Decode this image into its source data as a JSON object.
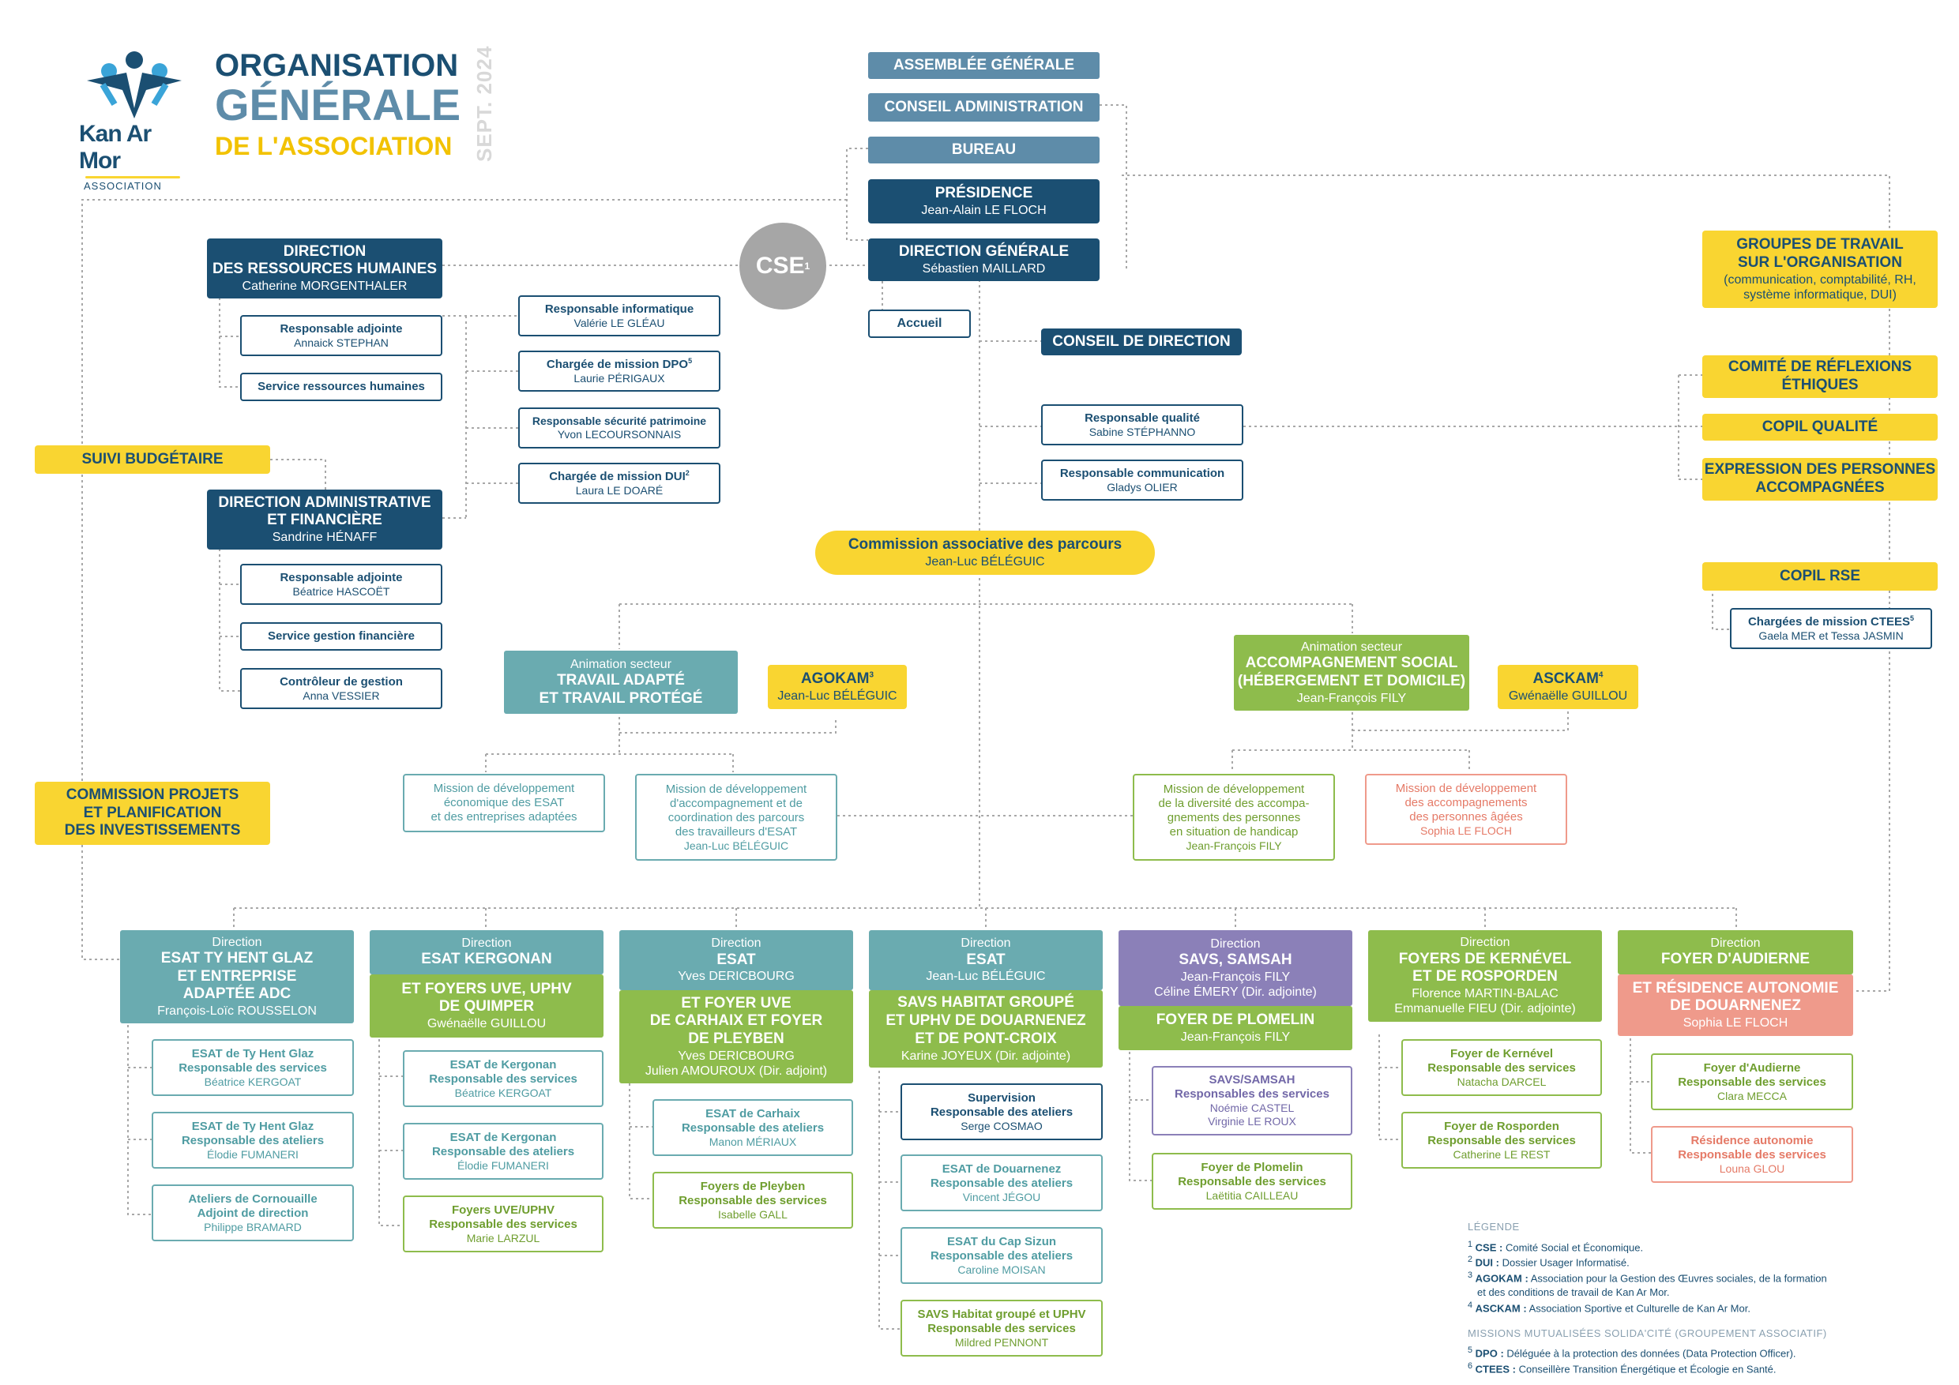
{
  "header": {
    "logo_name": "Kan Ar Mor",
    "logo_sub": "ASSOCIATION",
    "title1": "ORGANISATION",
    "title2": "GÉNÉRALE",
    "title3": "DE L'ASSOCIATION",
    "date": "SEPT. 2024"
  },
  "gov": {
    "ag": "ASSEMBLÉE GÉNÉRALE",
    "ca": "CONSEIL ADMINISTRATION",
    "bureau": "BUREAU",
    "presidence": "PRÉSIDENCE",
    "presidence_name": "Jean-Alain LE FLOCH",
    "dg": "DIRECTION GÉNÉRALE",
    "dg_name": "Sébastien MAILLARD",
    "accueil": "Accueil",
    "cse": "CSE",
    "cse_sup": "1",
    "codir": "CONSEIL DE DIRECTION"
  },
  "drh": {
    "title1": "DIRECTION",
    "title2": "DES RESSOURCES HUMAINES",
    "name": "Catherine MORGENTHALER",
    "adj": "Responsable adjointe",
    "adj_name": "Annaick STEPHAN",
    "service": "Service ressources humaines"
  },
  "staff": [
    {
      "title": "Responsable informatique",
      "name": "Valérie LE GLÉAU",
      "sup": ""
    },
    {
      "title": "Chargée de mission DPO",
      "name": "Laurie PÉRIGAUX",
      "sup": "5"
    },
    {
      "title": "Responsable sécurité patrimoine",
      "name": "Yvon LECOURSONNAIS",
      "sup": ""
    },
    {
      "title": "Chargée de mission DUI",
      "name": "Laura LE DOARÉ",
      "sup": "2"
    }
  ],
  "daf": {
    "title1": "DIRECTION ADMINISTRATIVE",
    "title2": "ET FINANCIÈRE",
    "name": "Sandrine HÉNAFF",
    "adj": "Responsable adjointe",
    "adj_name": "Béatrice HASCOËT",
    "service": "Service gestion financière",
    "ctrl": "Contrôleur de gestion",
    "ctrl_name": "Anna VESSIER"
  },
  "suivi": "SUIVI BUDGÉTAIRE",
  "commission_projets": [
    "COMMISSION PROJETS",
    "ET PLANIFICATION",
    "DES INVESTISSEMENTS"
  ],
  "qualite": {
    "title": "Responsable qualité",
    "name": "Sabine STÉPHANNO"
  },
  "comm": {
    "title": "Responsable communication",
    "name": "Gladys OLIER"
  },
  "parcours": {
    "title": "Commission associative des parcours",
    "name": "Jean-Luc BÉLÉGUIC"
  },
  "right": {
    "gt1": "GROUPES DE TRAVAIL",
    "gt2": "SUR L'ORGANISATION",
    "gt3": "(communication, comptabilité, RH,",
    "gt4": "système informatique, DUI)",
    "comite1": "COMITÉ DE RÉFLEXIONS",
    "comite2": "ÉTHIQUES",
    "copil_q": "COPIL QUALITÉ",
    "expr1": "EXPRESSION DES PERSONNES",
    "expr2": "ACCOMPAGNÉES",
    "copil_rse": "COPIL RSE",
    "ctees": "Chargées de mission CTEES",
    "ctees_sup": "5",
    "ctees_names": "Gaela MER et Tessa JASMIN"
  },
  "sect_travail": {
    "anim": "Animation secteur",
    "t1": "TRAVAIL ADAPTÉ",
    "t2": "ET TRAVAIL PROTÉGÉ"
  },
  "agokam": {
    "title": "AGOKAM",
    "sup": "3",
    "name": "Jean-Luc BÉLÉGUIC"
  },
  "sect_social": {
    "anim": "Animation secteur",
    "t1": "ACCOMPAGNEMENT SOCIAL",
    "t2": "(HÉBERGEMENT ET DOMICILE)",
    "name": "Jean-François FILY"
  },
  "asckam": {
    "title": "ASCKAM",
    "sup": "4",
    "name": "Gwénaëlle GUILLOU"
  },
  "missions": {
    "m1": [
      "Mission de développement",
      "économique des ESAT",
      "et des entreprises adaptées"
    ],
    "m2": [
      "Mission de développement",
      "d'accompagnement et de",
      "coordination des parcours",
      "des travailleurs d'ESAT"
    ],
    "m2_name": "Jean-Luc BÉLÉGUIC",
    "m3": [
      "Mission de développement",
      "de la diversité des accompa-",
      "gnements des personnes",
      "en situation de handicap"
    ],
    "m3_name": "Jean-François FILY",
    "m4": [
      "Mission de développement",
      "des accompagnements",
      "des personnes âgées"
    ],
    "m4_name": "Sophia LE FLOCH"
  },
  "establishments": {
    "direction": "Direction",
    "e1": {
      "t": [
        "ESAT TY HENT GLAZ",
        "ET ENTREPRISE",
        "ADAPTÉE ADC"
      ],
      "name": "François-Loïc ROUSSELON",
      "subs": [
        {
          "a": "ESAT de Ty Hent Glaz",
          "b": "Responsable des services",
          "c": "Béatrice KERGOAT"
        },
        {
          "a": "ESAT de Ty Hent Glaz",
          "b": "Responsable des ateliers",
          "c": "Élodie FUMANERI"
        },
        {
          "a": "Ateliers de Cornouaille",
          "b": "Adjoint de direction",
          "c": "Philippe BRAMARD"
        }
      ]
    },
    "e2": {
      "t": [
        "ESAT KERGONAN"
      ],
      "g": [
        "ET FOYERS UVE, UPHV",
        "DE QUIMPER"
      ],
      "gname": "Gwénaëlle GUILLOU",
      "subs": [
        {
          "a": "ESAT de Kergonan",
          "b": "Responsable des services",
          "c": "Béatrice KERGOAT"
        },
        {
          "a": "ESAT de Kergonan",
          "b": "Responsable des ateliers",
          "c": "Élodie FUMANERI"
        },
        {
          "a": "Foyers UVE/UPHV",
          "b": "Responsable des services",
          "c": "Marie LARZUL"
        }
      ]
    },
    "e3": {
      "t": [
        "ESAT"
      ],
      "name": "Yves DERICBOURG",
      "g": [
        "ET FOYER UVE",
        "DE CARHAIX ET FOYER",
        "DE PLEYBEN"
      ],
      "gname": "Yves DERICBOURG",
      "gname2": "Julien AMOUROUX (Dir. adjoint)",
      "subs": [
        {
          "a": "ESAT de Carhaix",
          "b": "Responsable des ateliers",
          "c": "Manon MÉRIAUX"
        },
        {
          "a": "Foyers de Pleyben",
          "b": "Responsable des services",
          "c": "Isabelle GALL"
        }
      ]
    },
    "e4": {
      "t": [
        "ESAT"
      ],
      "name": "Jean-Luc BÉLÉGUIC",
      "g": [
        "SAVS HABITAT GROUPÉ",
        "ET UPHV DE DOUARNENEZ",
        "ET DE PONT-CROIX"
      ],
      "gname": "Karine JOYEUX (Dir. adjointe)",
      "subs": [
        {
          "a": "Supervision",
          "b": "Responsable des ateliers",
          "c": "Serge COSMAO"
        },
        {
          "a": "ESAT de Douarnenez",
          "b": "Responsable des ateliers",
          "c": "Vincent JÉGOU"
        },
        {
          "a": "ESAT du Cap Sizun",
          "b": "Responsable des ateliers",
          "c": "Caroline MOISAN"
        },
        {
          "a": "SAVS Habitat groupé et UPHV",
          "b": "Responsable des services",
          "c": "Mildred PENNONT"
        }
      ]
    },
    "e5": {
      "t": [
        "SAVS, SAMSAH"
      ],
      "name": "Jean-François FILY",
      "name2": "Céline ÉMERY (Dir. adjointe)",
      "g": [
        "FOYER DE PLOMELIN"
      ],
      "gname": "Jean-François FILY",
      "subs": [
        {
          "a": "SAVS/SAMSAH",
          "b": "Responsables des services",
          "c": "Noémie CASTEL",
          "d": "Virginie LE ROUX"
        },
        {
          "a": "Foyer de Plomelin",
          "b": "Responsable des services",
          "c": "Laëtitia CAILLEAU"
        }
      ]
    },
    "e6": {
      "t": [
        "FOYERS DE KERNÉVEL",
        "ET DE ROSPORDEN"
      ],
      "name": "Florence MARTIN-BALAC",
      "name2": "Emmanuelle FIEU (Dir. adjointe)",
      "subs": [
        {
          "a": "Foyer de Kernével",
          "b": "Responsable des services",
          "c": "Natacha DARCEL"
        },
        {
          "a": "Foyer de Rosporden",
          "b": "Responsable des services",
          "c": "Catherine LE REST"
        }
      ]
    },
    "e7": {
      "t": [
        "FOYER D'AUDIERNE"
      ],
      "s": [
        "ET RÉSIDENCE AUTONOMIE",
        "DE DOUARNENEZ"
      ],
      "sname": "Sophia LE FLOCH",
      "subs": [
        {
          "a": "Foyer d'Audierne",
          "b": "Responsable des services",
          "c": "Clara MECCA"
        },
        {
          "a": "Résidence autonomie",
          "b": "Responsable des services",
          "c": "Louna GLOU"
        }
      ]
    }
  },
  "legend": {
    "heading": "LÉGENDE",
    "items": [
      {
        "n": "1",
        "k": "CSE :",
        "v": "Comité Social et Économique."
      },
      {
        "n": "2",
        "k": "DUI :",
        "v": "Dossier Usager Informatisé."
      },
      {
        "n": "3",
        "k": "AGOKAM :",
        "v": "Association pour la Gestion des Œuvres sociales, de la formation"
      },
      {
        "n": "",
        "k": "",
        "v": "et des conditions de travail de Kan Ar Mor."
      },
      {
        "n": "4",
        "k": "ASCKAM :",
        "v": "Association Sportive et Culturelle de Kan Ar Mor."
      }
    ],
    "heading2": "MISSIONS MUTUALISÉES SOLIDA'CITÉ (GROUPEMENT ASSOCIATIF)",
    "items2": [
      {
        "n": "5",
        "k": "DPO :",
        "v": "Déléguée à la protection des données (Data Protection Officer)."
      },
      {
        "n": "6",
        "k": "CTEES :",
        "v": "Conseillère Transition Énergétique et Écologie en Santé."
      }
    ]
  },
  "colors": {
    "navy": "#1b4f72",
    "steel": "#5e8ca9",
    "teal": "#6aabb0",
    "green": "#8ebc4c",
    "purple": "#8b80b8",
    "salmon": "#ef9a8b",
    "yellow": "#f9d531",
    "gray": "#9e9e9e"
  }
}
